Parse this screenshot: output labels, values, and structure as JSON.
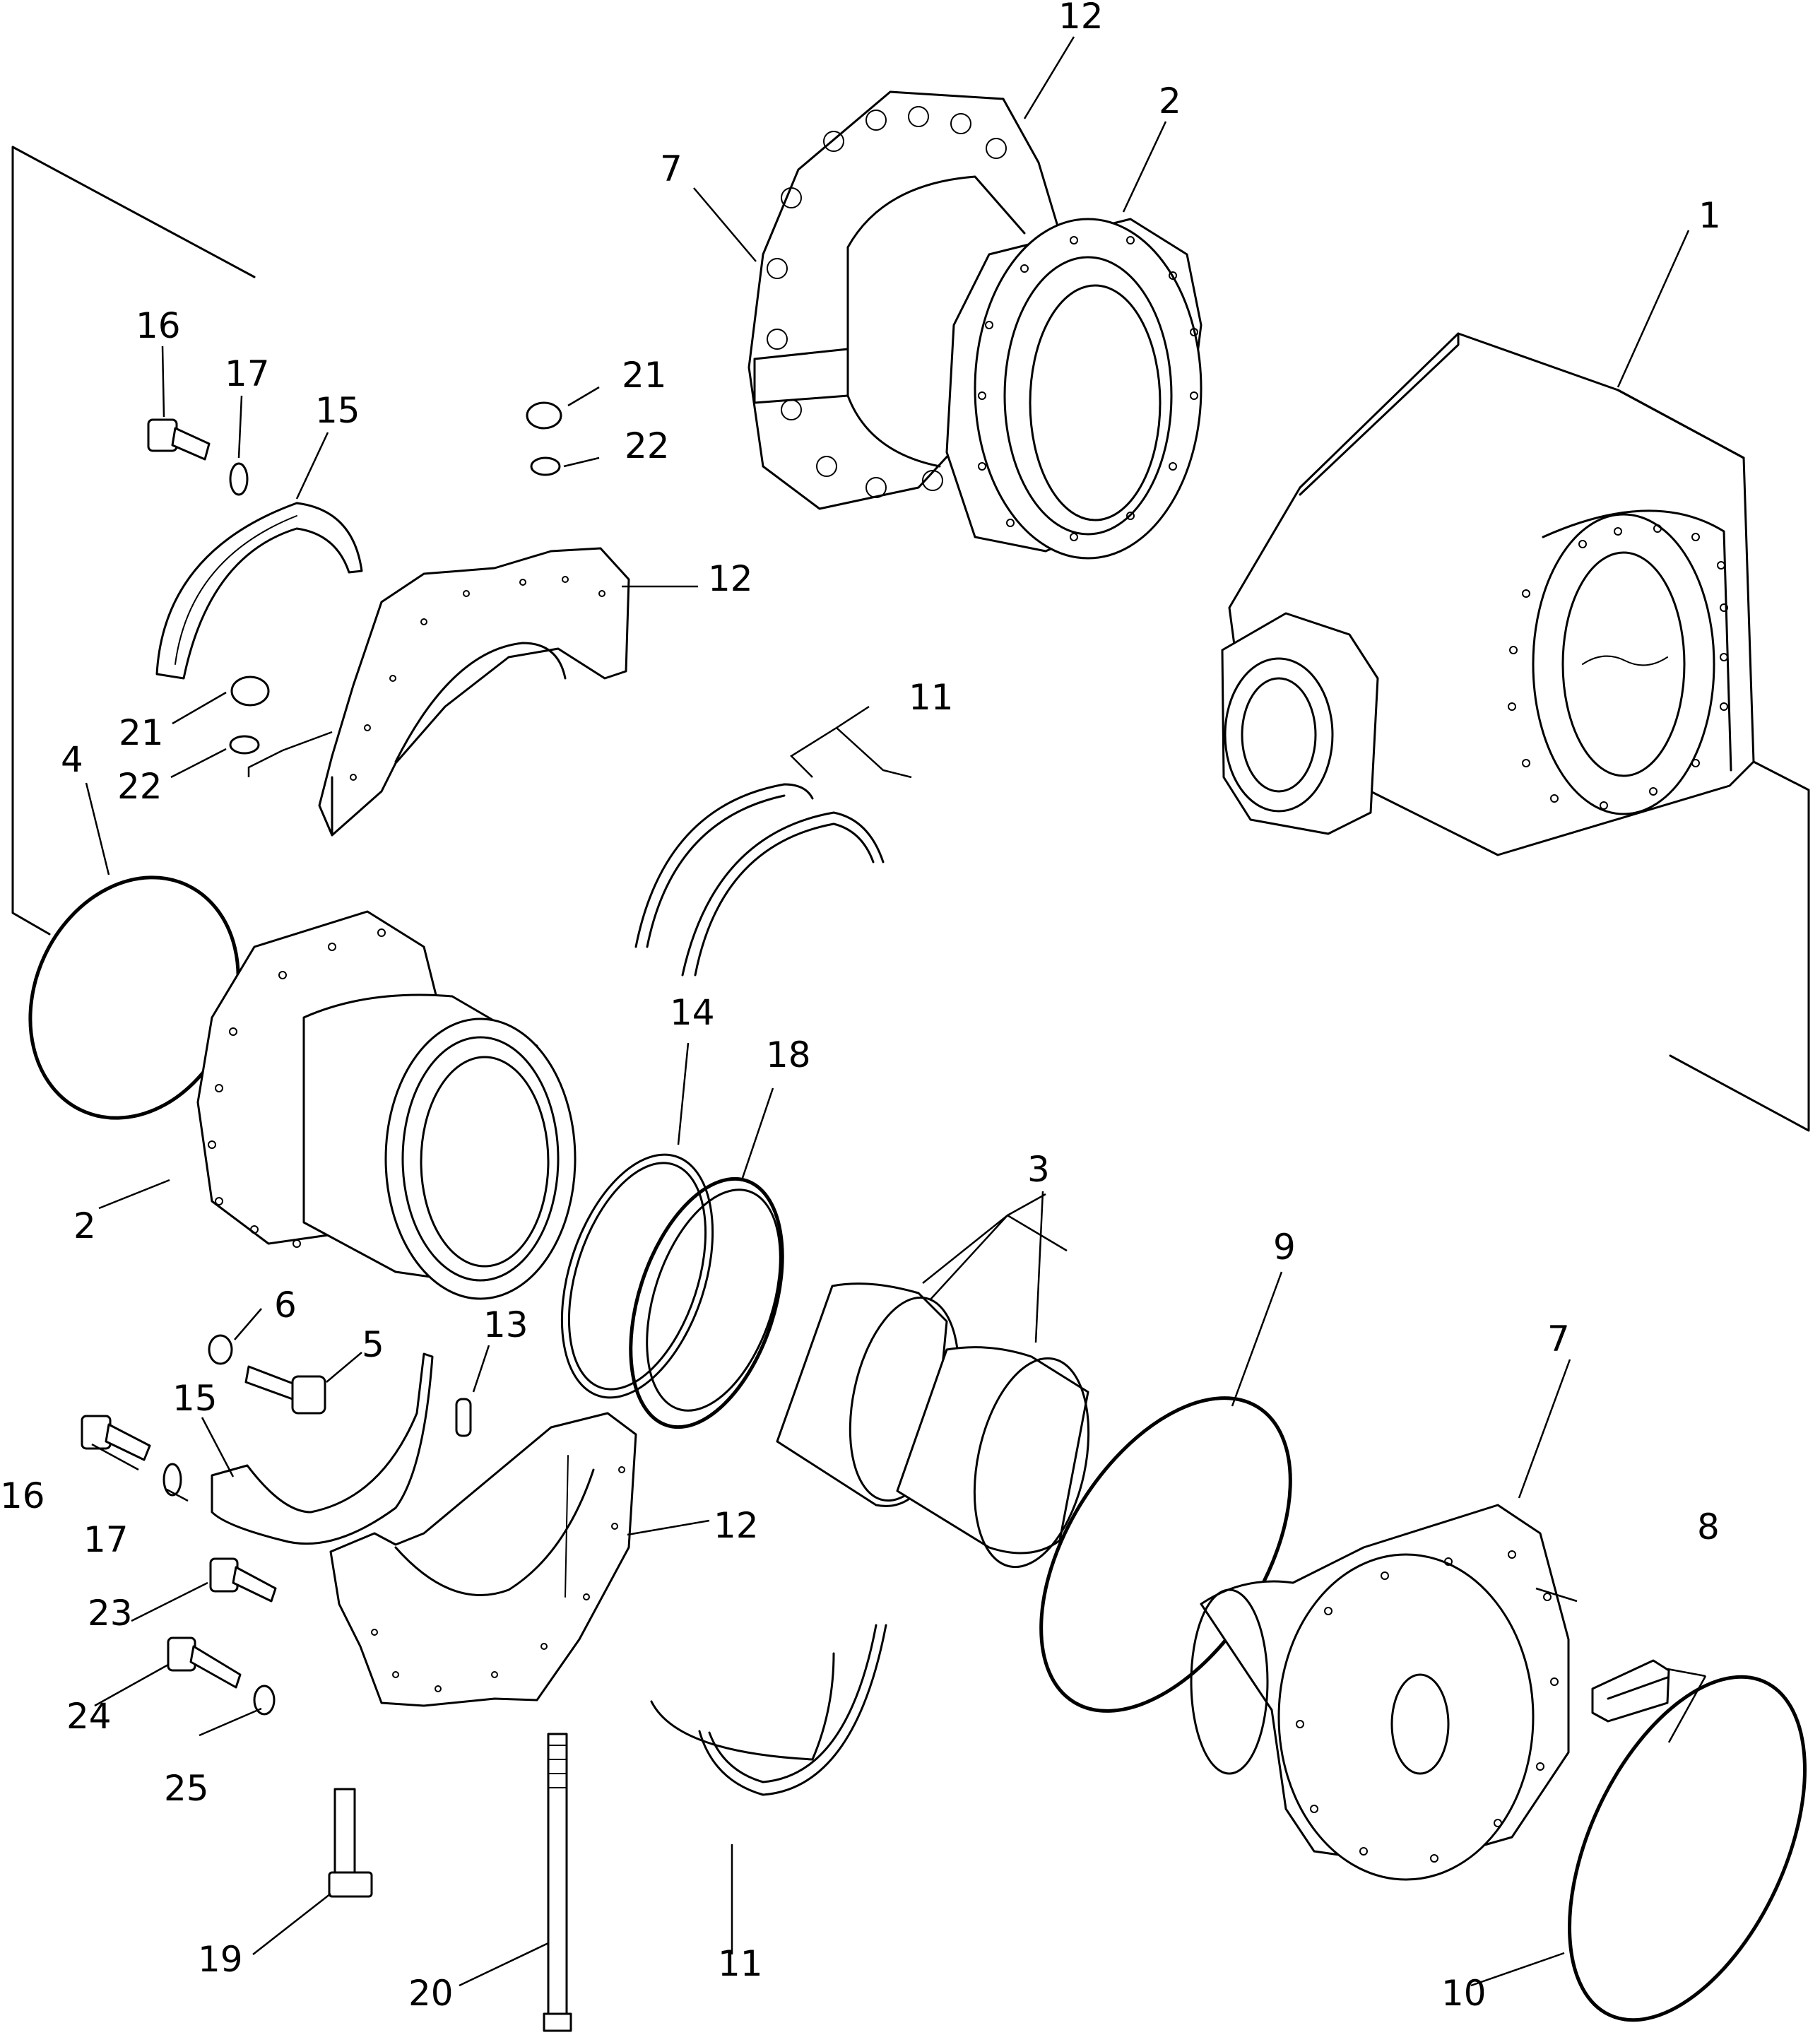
{
  "diagram": {
    "callouts": [
      {
        "id": "c12-top",
        "label": "12"
      },
      {
        "id": "c2-top",
        "label": "2"
      },
      {
        "id": "c7-top",
        "label": "7"
      },
      {
        "id": "c1",
        "label": "1"
      },
      {
        "id": "c16-top",
        "label": "16"
      },
      {
        "id": "c17-top",
        "label": "17"
      },
      {
        "id": "c15-top",
        "label": "15"
      },
      {
        "id": "c21-a",
        "label": "21"
      },
      {
        "id": "c22-a",
        "label": "22"
      },
      {
        "id": "c12-mid",
        "label": "12"
      },
      {
        "id": "c21-b",
        "label": "21"
      },
      {
        "id": "c22-b",
        "label": "22"
      },
      {
        "id": "c11-top",
        "label": "11"
      },
      {
        "id": "c4",
        "label": "4"
      },
      {
        "id": "c14",
        "label": "14"
      },
      {
        "id": "c18",
        "label": "18"
      },
      {
        "id": "c2-left",
        "label": "2"
      },
      {
        "id": "c3",
        "label": "3"
      },
      {
        "id": "c9",
        "label": "9"
      },
      {
        "id": "c6",
        "label": "6"
      },
      {
        "id": "c5",
        "label": "5"
      },
      {
        "id": "c13",
        "label": "13"
      },
      {
        "id": "c15-bot",
        "label": "15"
      },
      {
        "id": "c7-bot",
        "label": "7"
      },
      {
        "id": "c16-bot",
        "label": "16"
      },
      {
        "id": "c17-bot",
        "label": "17"
      },
      {
        "id": "c12-bot",
        "label": "12"
      },
      {
        "id": "c8",
        "label": "8"
      },
      {
        "id": "c23",
        "label": "23"
      },
      {
        "id": "c24",
        "label": "24"
      },
      {
        "id": "c25",
        "label": "25"
      },
      {
        "id": "c19",
        "label": "19"
      },
      {
        "id": "c20",
        "label": "20"
      },
      {
        "id": "c11-bot",
        "label": "11"
      },
      {
        "id": "c10",
        "label": "10"
      }
    ]
  }
}
